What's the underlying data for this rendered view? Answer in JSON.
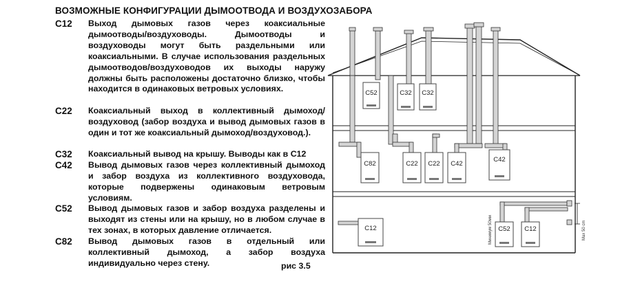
{
  "document": {
    "title": "ВОЗМОЖНЫЕ КОНФИГУРАЦИИ ДЫМООТВОДА И ВОЗДУХОЗАБОРА",
    "entries": [
      {
        "code": "C12",
        "text": "Выход дымовых газов через коаксиальные дымоотводы/воздуховоды. Дымоотводы и воздуховоды могут быть раздельными или коаксиальными. В случае использования раздельных дымоотводов/воздуховодов их выходы наружу должны быть расположены достаточно близко, чтобы находится в одинаковых ветровых условиях."
      },
      {
        "code": "C22",
        "text": "Коаксиальный выход в коллективный дымоход/воздуховод (забор воздуха и вывод дымовых газов в один и тот же коаксиальный дымоход/воздуховод.)."
      },
      {
        "code": "C32",
        "text": "Коаксиальный вывод на крышу. Выводы как в С12"
      },
      {
        "code": "C42",
        "text": "Вывод дымовых газов через коллективный дымоход и забор воздуха из коллективного воздуховода, которые подвержены одинаковым ветровым условиям."
      },
      {
        "code": "C52",
        "text": "Вывод дымовых газов и забор воздуха разделены и выходят из стены или на крышу, но в любом случае в тех зонах, в которых давление отличается."
      },
      {
        "code": "C82",
        "text": "Вывод дымовых газов в отдельный или коллективный дымоход, а забор воздуха индивидуально через стену."
      }
    ],
    "caption": "рис 3.5"
  },
  "diagram": {
    "boilers": {
      "top_c52": "C52",
      "top_c32_a": "C32",
      "top_c32_b": "C32",
      "mid_c82": "C82",
      "mid_c22_a": "C22",
      "mid_c22_b": "C22",
      "mid_c42_a": "C42",
      "mid_c42_b": "C42",
      "bot_c12_a": "C12",
      "bot_c52": "C52",
      "bot_c12_b": "C12"
    },
    "dim_label": "Max 50 cm",
    "wall_note": "Минимум 50мм"
  }
}
